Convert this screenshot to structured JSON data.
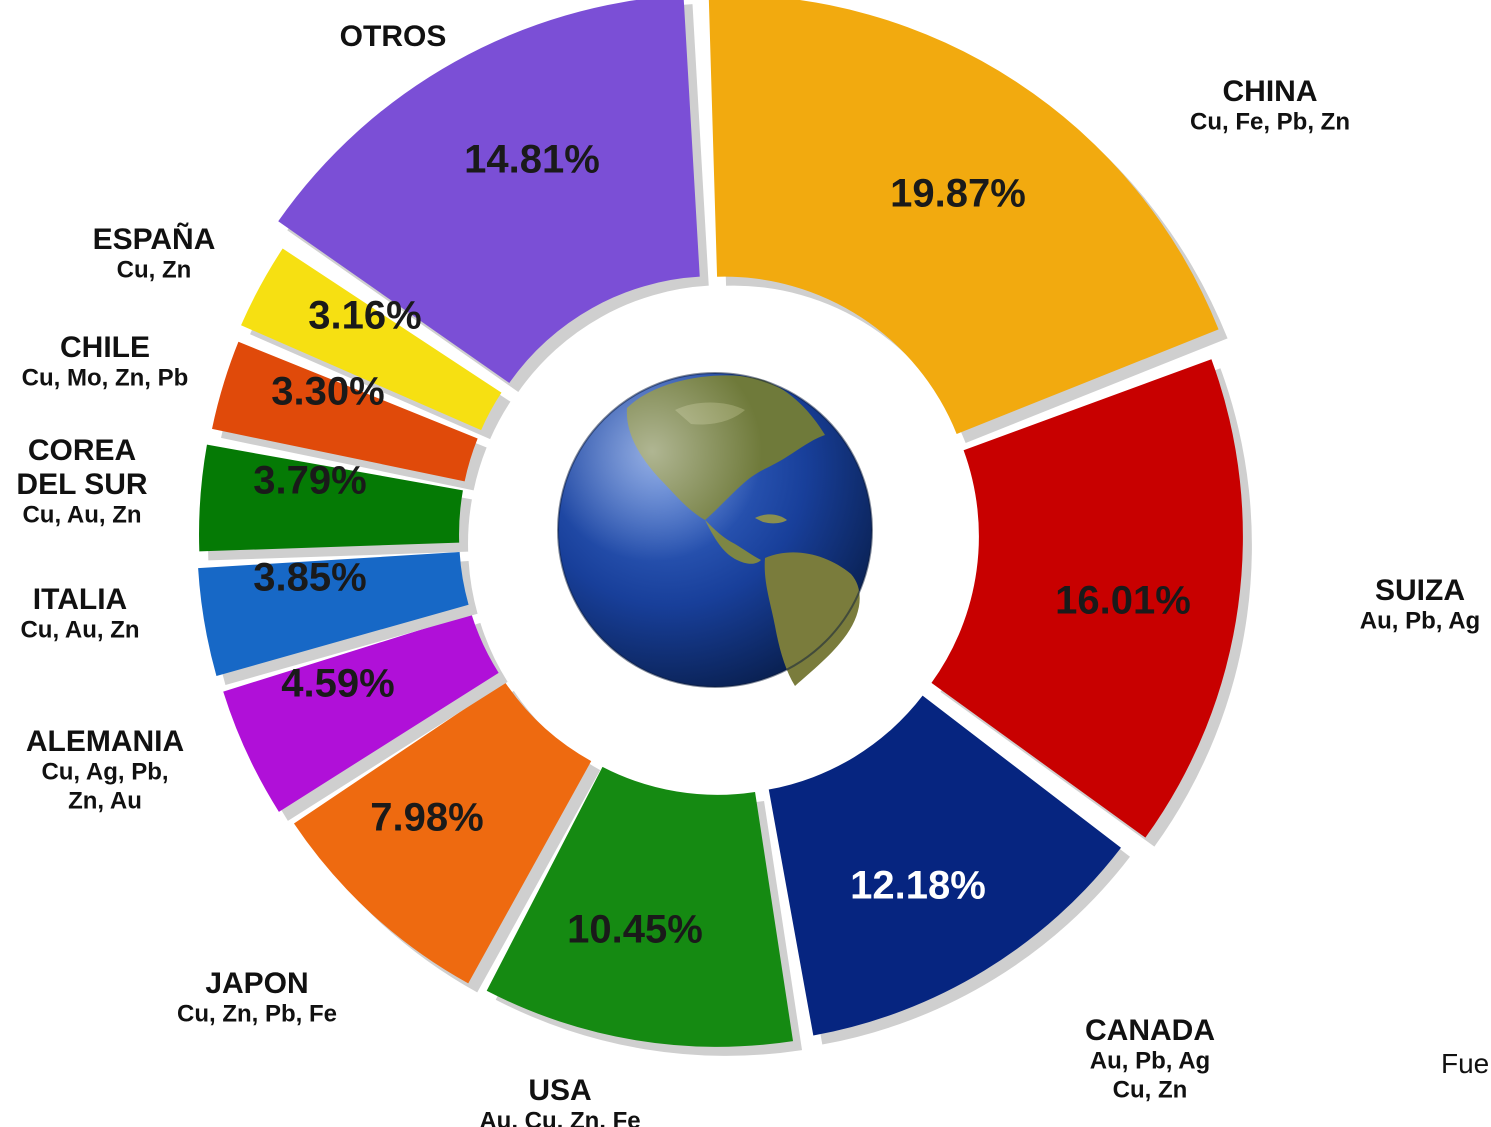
{
  "chart_data": {
    "type": "pie",
    "style": "donut-exploded",
    "slices": [
      {
        "label": "CHINA",
        "minerals": [
          "Cu, Fe, Pb, Zn"
        ],
        "value": 19.87,
        "value_label": "19.87%",
        "color": "#F2AA0F",
        "text_color": "#1a1a1a"
      },
      {
        "label": "SUIZA",
        "minerals": [
          "Au, Pb, Ag"
        ],
        "value": 16.01,
        "value_label": "16.01%",
        "color": "#C80000",
        "text_color": "#1a1a1a"
      },
      {
        "label": "CANADA",
        "minerals": [
          "Au, Pb, Ag",
          "Cu, Zn"
        ],
        "value": 12.18,
        "value_label": "12.18%",
        "color": "#062580",
        "text_color": "#ffffff"
      },
      {
        "label": "USA",
        "minerals": [
          "Au, Cu, Zn, Fe"
        ],
        "value": 10.45,
        "value_label": "10.45%",
        "color": "#158A12",
        "text_color": "#1a1a1a"
      },
      {
        "label": "JAPON",
        "minerals": [
          "Cu, Zn, Pb, Fe"
        ],
        "value": 7.98,
        "value_label": "7.98%",
        "color": "#EE6A10",
        "text_color": "#1a1a1a"
      },
      {
        "label": "ALEMANIA",
        "minerals": [
          "Cu, Ag, Pb,",
          "Zn, Au"
        ],
        "value": 4.59,
        "value_label": "4.59%",
        "color": "#B010D8",
        "text_color": "#1a1a1a"
      },
      {
        "label": "ITALIA",
        "minerals": [
          "Cu, Au, Zn"
        ],
        "value": 3.85,
        "value_label": "3.85%",
        "color": "#1768C6",
        "text_color": "#1a1a1a"
      },
      {
        "label": "COREA DEL SUR",
        "label_lines": [
          "COREA",
          "DEL SUR"
        ],
        "minerals": [
          "Cu, Au, Zn"
        ],
        "value": 3.79,
        "value_label": "3.79%",
        "color": "#057A05",
        "text_color": "#1a1a1a"
      },
      {
        "label": "CHILE",
        "minerals": [
          "Cu, Mo, Zn, Pb"
        ],
        "value": 3.3,
        "value_label": "3.30%",
        "color": "#E04A0A",
        "text_color": "#1a1a1a"
      },
      {
        "label": "ESPAÑA",
        "minerals": [
          "Cu, Zn"
        ],
        "value": 3.16,
        "value_label": "3.16%",
        "color": "#F6E012",
        "text_color": "#1a1a1a"
      },
      {
        "label": "OTROS",
        "minerals": [],
        "value": 14.81,
        "value_label": "14.81%",
        "color": "#7B4FD6",
        "text_color": "#1a1a1a"
      }
    ],
    "center_icon": "globe-icon"
  },
  "source_note": "Fue"
}
